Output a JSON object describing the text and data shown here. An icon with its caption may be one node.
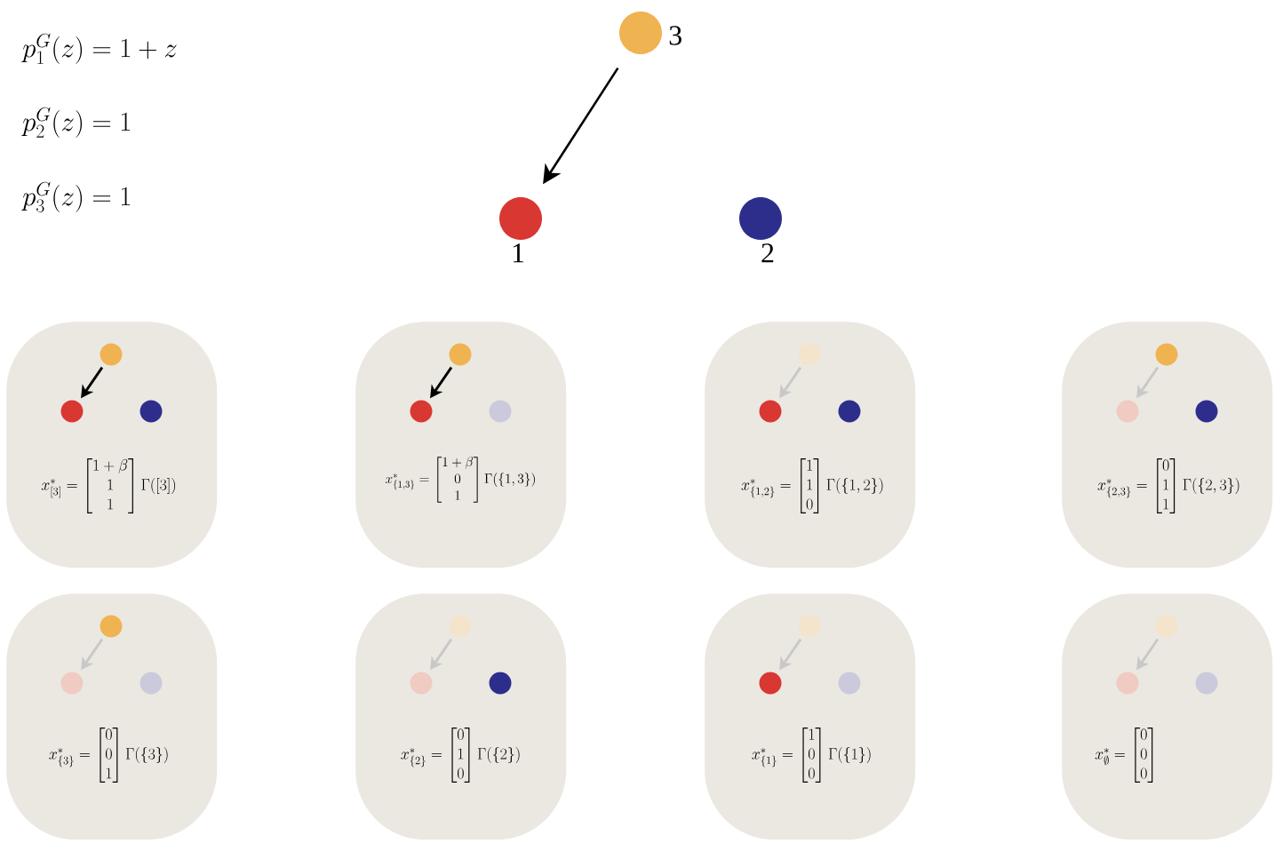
{
  "diagram": {
    "nodes": [
      {
        "text": [],
        "shape": "circle",
        "beside": [
          "3"
        ]
      },
      {
        "text": [],
        "shape": "circle",
        "beside": [
          "1"
        ]
      },
      {
        "text": [],
        "shape": "circle",
        "beside": [
          "2"
        ]
      },
      {
        "text": [
          "x^*_{[3]} = \\begin{bmatrix} 1+\\beta \\\\ 1 \\\\ 1 \\end{bmatrix} \\Gamma([3])"
        ]
      },
      {
        "text": [],
        "shape": "circle",
        "in": 3
      },
      {
        "text": [],
        "shape": "circle",
        "in": 3
      },
      {
        "text": [],
        "shape": "circle",
        "in": 3
      },
      {
        "text": [
          "x^*_{\\{1,3\\}} = \\begin{bmatrix} 1+\\beta \\\\ 0 \\\\ 1 \\end{bmatrix} \\Gamma(\\{1,3\\})"
        ]
      },
      {
        "text": [],
        "shape": "circle",
        "in": 7
      },
      {
        "text": [],
        "shape": "circle",
        "in": 7
      },
      {
        "text": [],
        "shape": "circle",
        "in": 7
      },
      {
        "text": [
          "x^*_{\\{1,2\\}} = \\begin{bmatrix} 1 \\\\ 1 \\\\ 0 \\end{bmatrix} \\Gamma(\\{1,2\\})"
        ]
      },
      {
        "text": [],
        "shape": "circle",
        "in": 11
      },
      {
        "text": [],
        "shape": "circle",
        "in": 11
      },
      {
        "text": [],
        "shape": "circle",
        "in": 11
      },
      {
        "text": [
          "x^*_{\\{2,3\\}} = \\begin{bmatrix} 0 \\\\ 1 \\\\ 1 \\end{bmatrix} \\Gamma(\\{2,3\\})"
        ]
      },
      {
        "text": [],
        "shape": "circle",
        "in": 15
      },
      {
        "text": [],
        "shape": "circle",
        "in": 15
      },
      {
        "text": [],
        "shape": "circle",
        "in": 15
      },
      {
        "text": [
          "x^*_{\\{3\\}} = \\begin{bmatrix} 0 \\\\ 0 \\\\ 1 \\end{bmatrix} \\Gamma(\\{3\\})"
        ]
      },
      {
        "text": [],
        "shape": "circle",
        "in": 19
      },
      {
        "text": [],
        "shape": "circle",
        "in": 19
      },
      {
        "text": [],
        "shape": "circle",
        "in": 19
      },
      {
        "text": [
          "x^*_{\\{2\\}} = \\begin{bmatrix} 0 \\\\ 1 \\\\ 0 \\end{bmatrix} \\Gamma(\\{2\\})"
        ]
      },
      {
        "text": [],
        "shape": "circle",
        "in": 23
      },
      {
        "text": [],
        "shape": "circle",
        "in": 23
      },
      {
        "text": [],
        "shape": "circle",
        "in": 23
      },
      {
        "text": [
          "x^*_{\\{1\\}} = \\begin{bmatrix} 1 \\\\ 0 \\\\ 0 \\end{bmatrix} \\Gamma(\\{1\\})"
        ]
      },
      {
        "text": [],
        "shape": "circle",
        "in": 27
      },
      {
        "text": [],
        "shape": "circle",
        "in": 27
      },
      {
        "text": [],
        "shape": "circle",
        "in": 27
      },
      {
        "text": [
          "x^*_{\\emptyset} = \\begin{bmatrix} 0 \\\\ 0 \\\\ 0 \\end{bmatrix}"
        ]
      },
      {
        "text": [],
        "shape": "circle",
        "in": 31
      },
      {
        "text": [],
        "shape": "circle",
        "in": 31
      },
      {
        "text": [],
        "shape": "circle",
        "in": 31
      }
    ],
    "edges": [
      {
        "from": 0,
        "to": 1,
        "arrow": "to",
        "color": "#000000"
      },
      {
        "from": 4,
        "to": 5,
        "arrow": "to",
        "color": "#000000"
      },
      {
        "from": 8,
        "to": 9,
        "arrow": "to",
        "color": "#000000"
      },
      {
        "from": 12,
        "to": 13,
        "arrow": "to"
      },
      {
        "from": 16,
        "to": 17,
        "arrow": "to"
      },
      {
        "from": 20,
        "to": 21,
        "arrow": "to"
      },
      {
        "from": 24,
        "to": 25,
        "arrow": "to"
      },
      {
        "from": 28,
        "to": 29,
        "arrow": "to"
      },
      {
        "from": 32,
        "to": 33,
        "arrow": "to"
      }
    ],
    "labels": [
      "p_1^G(z) = 1 + z",
      "p_2^G(z) = 1",
      "p_3^G(z) = 1"
    ]
  }
}
